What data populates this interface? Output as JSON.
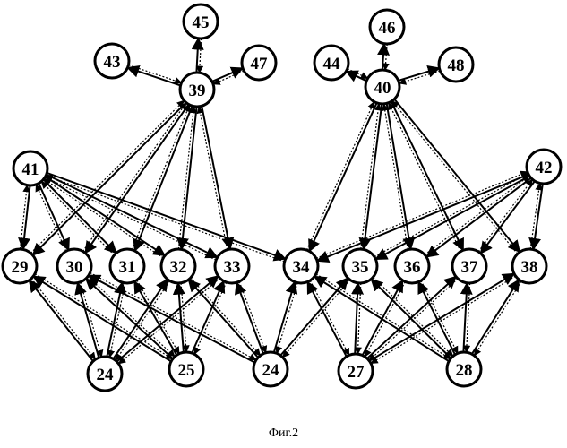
{
  "figure": {
    "caption": "Фиг.2",
    "nodes": [
      {
        "id": "n45",
        "label": "45"
      },
      {
        "id": "n46",
        "label": "46"
      },
      {
        "id": "n43",
        "label": "43"
      },
      {
        "id": "n39",
        "label": "39"
      },
      {
        "id": "n47",
        "label": "47"
      },
      {
        "id": "n44",
        "label": "44"
      },
      {
        "id": "n40",
        "label": "40"
      },
      {
        "id": "n48",
        "label": "48"
      },
      {
        "id": "n41",
        "label": "41"
      },
      {
        "id": "n42",
        "label": "42"
      },
      {
        "id": "n29",
        "label": "29"
      },
      {
        "id": "n30",
        "label": "30"
      },
      {
        "id": "n31",
        "label": "31"
      },
      {
        "id": "n32",
        "label": "32"
      },
      {
        "id": "n33",
        "label": "33"
      },
      {
        "id": "n34",
        "label": "34"
      },
      {
        "id": "n35",
        "label": "35"
      },
      {
        "id": "n36",
        "label": "36"
      },
      {
        "id": "n37",
        "label": "37"
      },
      {
        "id": "n38",
        "label": "38"
      },
      {
        "id": "n24a",
        "label": "24"
      },
      {
        "id": "n25",
        "label": "25"
      },
      {
        "id": "n24b",
        "label": "24"
      },
      {
        "id": "n27",
        "label": "27"
      },
      {
        "id": "n28",
        "label": "28"
      }
    ],
    "edges": [
      [
        "n39",
        "n45"
      ],
      [
        "n39",
        "n43"
      ],
      [
        "n39",
        "n47"
      ],
      [
        "n40",
        "n46"
      ],
      [
        "n40",
        "n44"
      ],
      [
        "n40",
        "n48"
      ],
      [
        "n39",
        "n29"
      ],
      [
        "n39",
        "n30"
      ],
      [
        "n39",
        "n31"
      ],
      [
        "n39",
        "n32"
      ],
      [
        "n39",
        "n33"
      ],
      [
        "n40",
        "n34"
      ],
      [
        "n40",
        "n35"
      ],
      [
        "n40",
        "n36"
      ],
      [
        "n40",
        "n37"
      ],
      [
        "n40",
        "n38"
      ],
      [
        "n41",
        "n29"
      ],
      [
        "n41",
        "n30"
      ],
      [
        "n41",
        "n31"
      ],
      [
        "n41",
        "n32"
      ],
      [
        "n41",
        "n33"
      ],
      [
        "n41",
        "n34"
      ],
      [
        "n42",
        "n34"
      ],
      [
        "n42",
        "n35"
      ],
      [
        "n42",
        "n36"
      ],
      [
        "n42",
        "n37"
      ],
      [
        "n42",
        "n38"
      ],
      [
        "n24a",
        "n29"
      ],
      [
        "n24a",
        "n30"
      ],
      [
        "n24a",
        "n31"
      ],
      [
        "n24a",
        "n32"
      ],
      [
        "n24a",
        "n33"
      ],
      [
        "n25",
        "n29"
      ],
      [
        "n25",
        "n30"
      ],
      [
        "n25",
        "n31"
      ],
      [
        "n25",
        "n32"
      ],
      [
        "n25",
        "n33"
      ],
      [
        "n24b",
        "n30"
      ],
      [
        "n24b",
        "n32"
      ],
      [
        "n24b",
        "n33"
      ],
      [
        "n24b",
        "n34"
      ],
      [
        "n24b",
        "n35"
      ],
      [
        "n27",
        "n34"
      ],
      [
        "n27",
        "n35"
      ],
      [
        "n27",
        "n36"
      ],
      [
        "n27",
        "n37"
      ],
      [
        "n27",
        "n38"
      ],
      [
        "n28",
        "n34"
      ],
      [
        "n28",
        "n35"
      ],
      [
        "n28",
        "n36"
      ],
      [
        "n28",
        "n37"
      ],
      [
        "n28",
        "n38"
      ]
    ]
  }
}
